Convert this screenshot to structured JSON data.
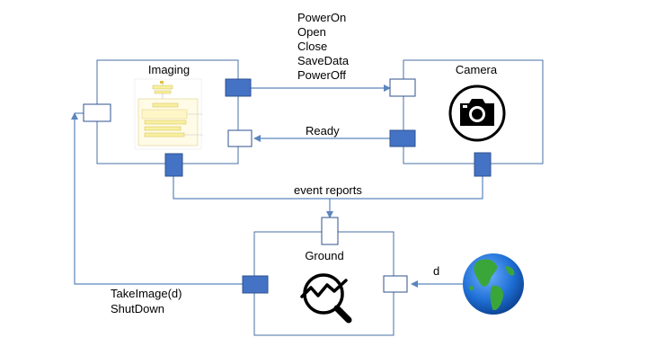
{
  "components": {
    "imaging": {
      "title": "Imaging"
    },
    "camera": {
      "title": "Camera"
    },
    "ground": {
      "title": "Ground"
    }
  },
  "connections": {
    "commands": [
      "PowerOn",
      "Open",
      "Close",
      "SaveData",
      "PowerOff"
    ],
    "ready": "Ready",
    "event_reports": "event reports",
    "ground_commands": [
      "TakeImage(d)",
      "ShutDown"
    ],
    "data_in": "d"
  },
  "icons": {
    "camera": "camera-icon",
    "ground": "analytics-magnifier-icon",
    "earth": "globe-icon",
    "statechart": "statechart-thumbnail"
  },
  "colors": {
    "box_border": "#4a6fa5",
    "port_fill": "#4472c4",
    "port_border": "#2f528f",
    "wire": "#5b86bd",
    "ocean": "#1f6fd6",
    "land": "#3aa63a"
  }
}
